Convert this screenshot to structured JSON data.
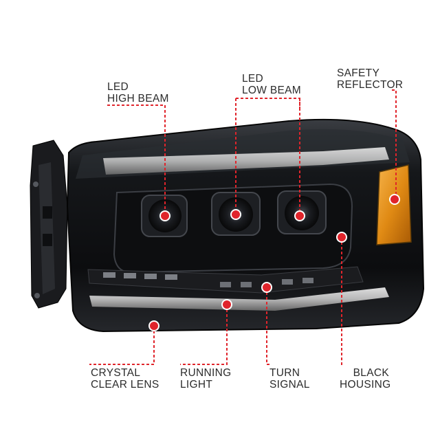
{
  "accent_color": "#e0242b",
  "callouts": [
    {
      "id": "high-beam",
      "lines": [
        "LED",
        "HIGH BEAM"
      ]
    },
    {
      "id": "low-beam",
      "lines": [
        "LED",
        "LOW BEAM"
      ]
    },
    {
      "id": "safety-reflector",
      "lines": [
        "SAFETY",
        "REFLECTOR"
      ]
    },
    {
      "id": "crystal-lens",
      "lines": [
        "CRYSTAL",
        "CLEAR LENS"
      ]
    },
    {
      "id": "running-light",
      "lines": [
        "RUNNING",
        "LIGHT"
      ]
    },
    {
      "id": "turn-signal",
      "lines": [
        "TURN",
        "SIGNAL"
      ]
    },
    {
      "id": "black-housing",
      "lines": [
        "BLACK",
        "HOUSING"
      ]
    }
  ]
}
